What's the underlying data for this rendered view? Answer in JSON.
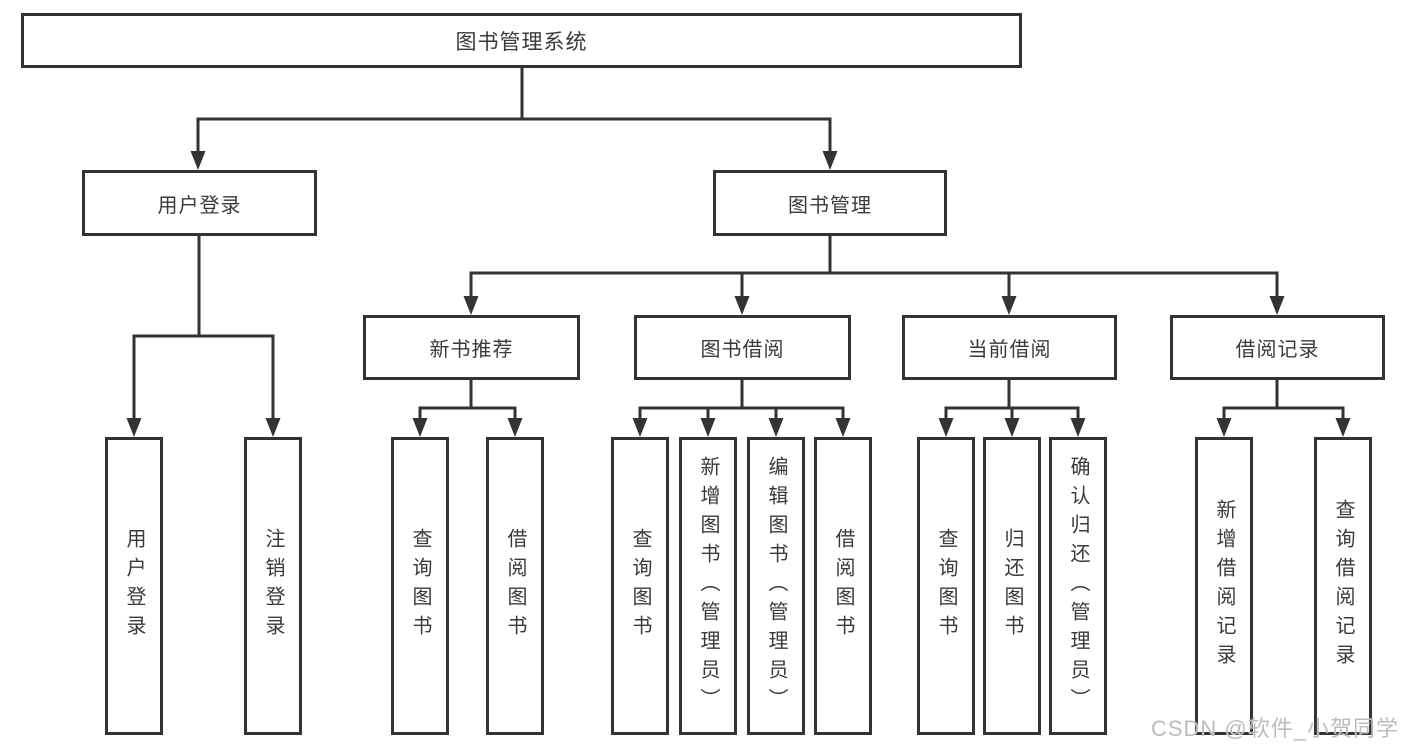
{
  "tree": {
    "root": "图书管理系统",
    "branches": [
      {
        "label": "用户登录",
        "leaves": [
          "用户登录",
          "注销登录"
        ]
      },
      {
        "label": "图书管理",
        "groups": [
          {
            "label": "新书推荐",
            "leaves": [
              "查询图书",
              "借阅图书"
            ]
          },
          {
            "label": "图书借阅",
            "leaves": [
              "查询图书",
              "新增图书（管理员）",
              "编辑图书（管理员）",
              "借阅图书"
            ]
          },
          {
            "label": "当前借阅",
            "leaves": [
              "查询图书",
              "归还图书",
              "确认归还（管理员）"
            ]
          },
          {
            "label": "借阅记录",
            "leaves": [
              "新增借阅记录",
              "查询借阅记录"
            ]
          }
        ]
      }
    ]
  },
  "watermark": "CSDN @软件_小贺同学",
  "colors": {
    "line": "#333333",
    "box_border": "#333333",
    "text": "#3a3a3a",
    "watermark": "#bcbcbc",
    "background": "#ffffff"
  }
}
